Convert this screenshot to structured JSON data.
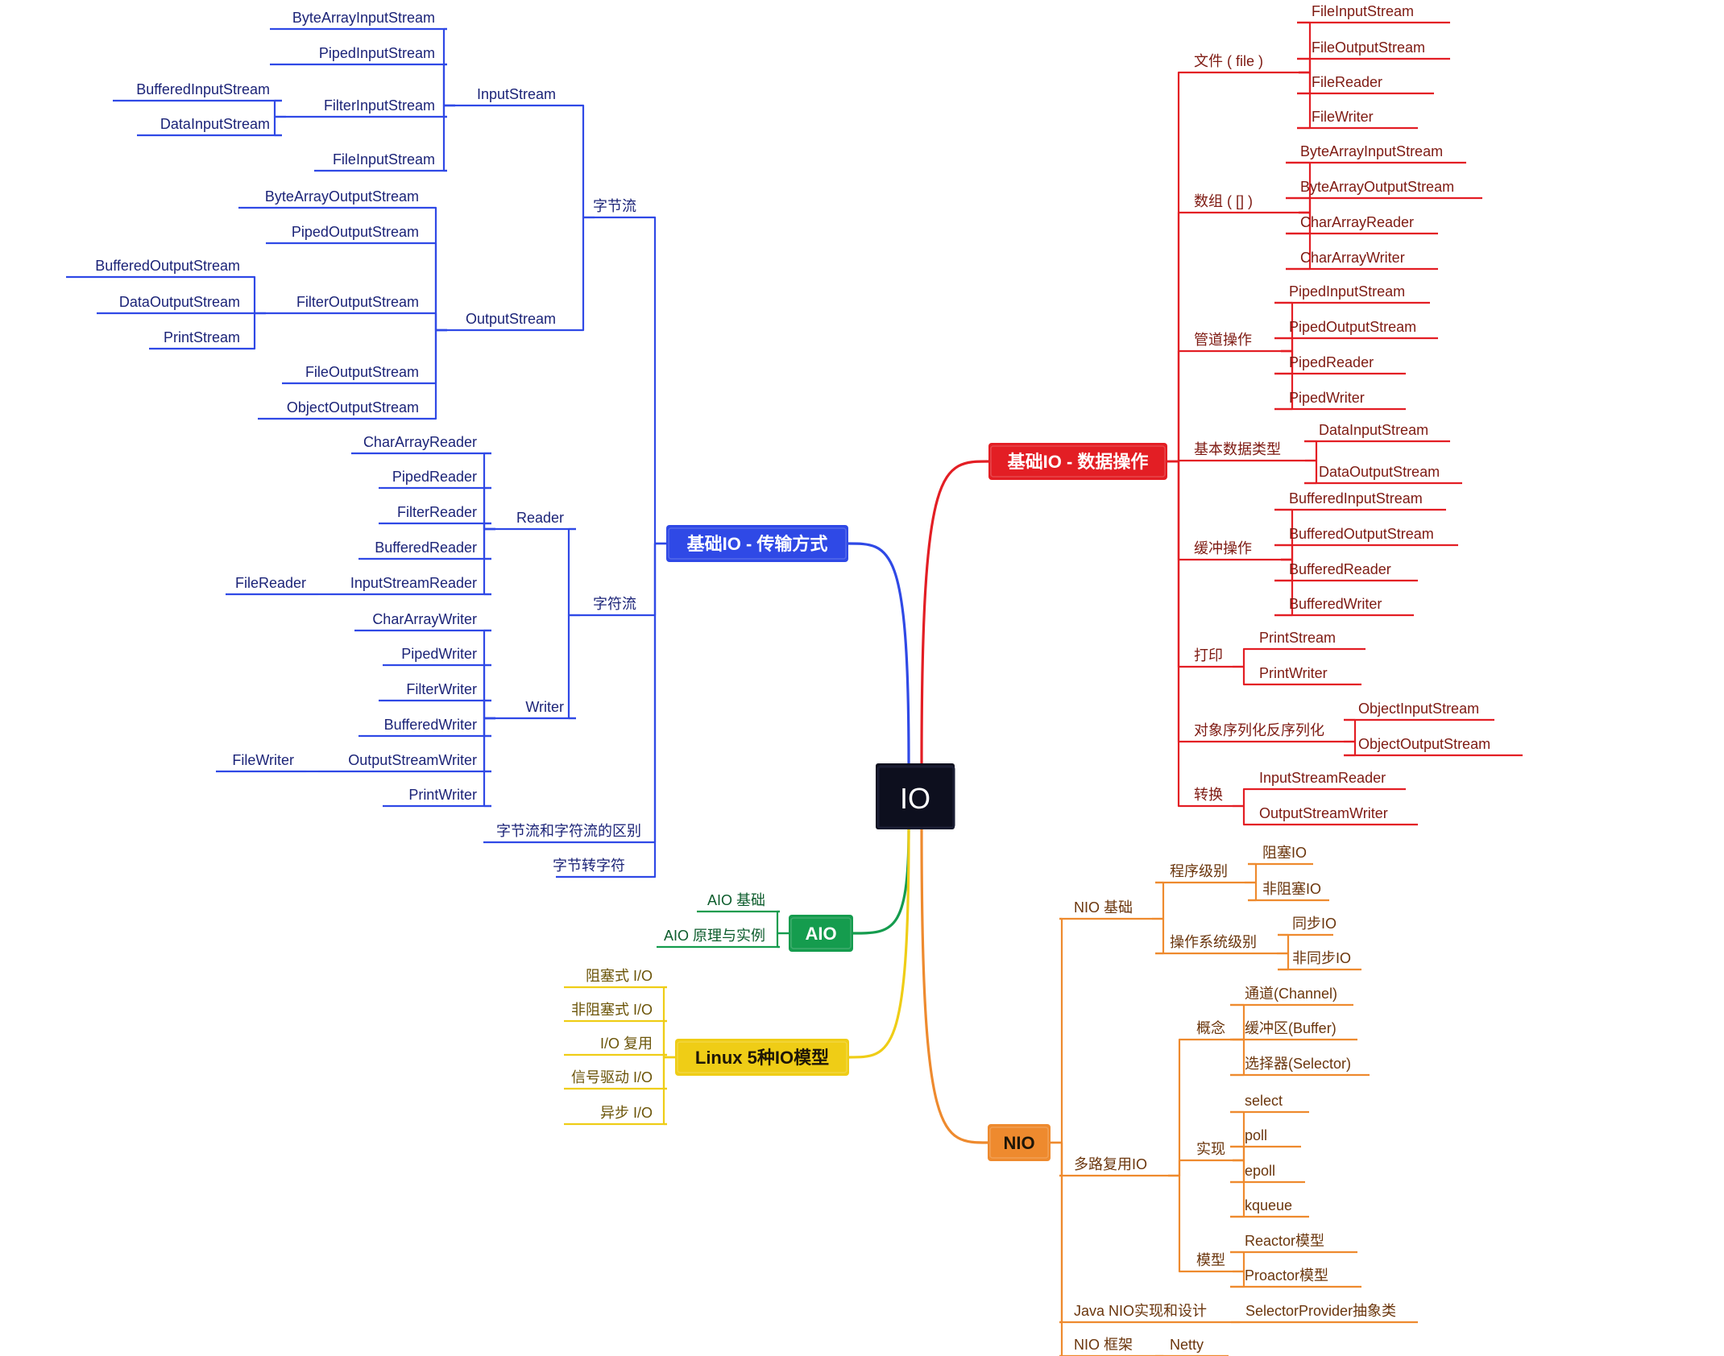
{
  "root": "IO",
  "colors": {
    "root": "#0d0f1e",
    "blue": "#2f49e6",
    "red": "#e31e24",
    "orange": "#ee8a2e",
    "green": "#159c4e",
    "yellow": "#efcd16",
    "blue_text": "#1c2478",
    "red_text": "#7e1a12",
    "orange_text": "#6b360d",
    "green_text": "#0c5c2c",
    "yellow_text": "#6b5408"
  },
  "branches": [
    {
      "id": "blue",
      "label": "基础IO - 传输方式",
      "color": "blue",
      "side": "left",
      "children": [
        {
          "label": "字节流",
          "children": [
            {
              "label": "InputStream",
              "children": [
                {
                  "label": "ByteArrayInputStream"
                },
                {
                  "label": "PipedInputStream"
                },
                {
                  "label": "FilterInputStream",
                  "children": [
                    {
                      "label": "BufferedInputStream"
                    },
                    {
                      "label": "DataInputStream"
                    }
                  ]
                },
                {
                  "label": "FileInputStream"
                }
              ]
            },
            {
              "label": "OutputStream",
              "children": [
                {
                  "label": "ByteArrayOutputStream"
                },
                {
                  "label": "PipedOutputStream"
                },
                {
                  "label": "FilterOutputStream",
                  "children": [
                    {
                      "label": "BufferedOutputStream"
                    },
                    {
                      "label": "DataOutputStream"
                    },
                    {
                      "label": "PrintStream"
                    }
                  ]
                },
                {
                  "label": "FileOutputStream"
                },
                {
                  "label": "ObjectOutputStream"
                }
              ]
            }
          ]
        },
        {
          "label": "字符流",
          "children": [
            {
              "label": "Reader",
              "children": [
                {
                  "label": "CharArrayReader"
                },
                {
                  "label": "PipedReader"
                },
                {
                  "label": "FilterReader"
                },
                {
                  "label": "BufferedReader"
                },
                {
                  "label": "InputStreamReader",
                  "children": [
                    {
                      "label": "FileReader"
                    }
                  ]
                }
              ]
            },
            {
              "label": "Writer",
              "children": [
                {
                  "label": "CharArrayWriter"
                },
                {
                  "label": "PipedWriter"
                },
                {
                  "label": "FilterWriter"
                },
                {
                  "label": "BufferedWriter"
                },
                {
                  "label": "OutputStreamWriter",
                  "children": [
                    {
                      "label": "FileWriter"
                    }
                  ]
                },
                {
                  "label": "PrintWriter"
                }
              ]
            }
          ]
        },
        {
          "label": "字节流和字符流的区别"
        },
        {
          "label": "字节转字符"
        }
      ]
    },
    {
      "id": "red",
      "label": "基础IO - 数据操作",
      "color": "red",
      "side": "right",
      "children": [
        {
          "label": "文件 ( file )",
          "children": [
            {
              "label": "FileInputStream"
            },
            {
              "label": "FileOutputStream"
            },
            {
              "label": "FileReader"
            },
            {
              "label": "FileWriter"
            }
          ]
        },
        {
          "label": "数组 ( [] )",
          "children": [
            {
              "label": "ByteArrayInputStream"
            },
            {
              "label": "ByteArrayOutputStream"
            },
            {
              "label": "CharArrayReader"
            },
            {
              "label": "CharArrayWriter"
            }
          ]
        },
        {
          "label": "管道操作",
          "children": [
            {
              "label": "PipedInputStream"
            },
            {
              "label": "PipedOutputStream"
            },
            {
              "label": "PipedReader"
            },
            {
              "label": "PipedWriter"
            }
          ]
        },
        {
          "label": "基本数据类型",
          "children": [
            {
              "label": "DataInputStream"
            },
            {
              "label": "DataOutputStream"
            }
          ]
        },
        {
          "label": "缓冲操作",
          "children": [
            {
              "label": "BufferedInputStream"
            },
            {
              "label": "BufferedOutputStream"
            },
            {
              "label": "BufferedReader"
            },
            {
              "label": "BufferedWriter"
            }
          ]
        },
        {
          "label": "打印",
          "children": [
            {
              "label": "PrintStream"
            },
            {
              "label": "PrintWriter"
            }
          ]
        },
        {
          "label": "对象序列化反序列化",
          "children": [
            {
              "label": "ObjectInputStream"
            },
            {
              "label": "ObjectOutputStream"
            }
          ]
        },
        {
          "label": "转换",
          "children": [
            {
              "label": "InputStreamReader"
            },
            {
              "label": "OutputStreamWriter"
            }
          ]
        }
      ]
    },
    {
      "id": "orange",
      "label": "NIO",
      "color": "orange",
      "side": "right",
      "children": [
        {
          "label": "NIO 基础",
          "children": [
            {
              "label": "程序级别",
              "children": [
                {
                  "label": "阻塞IO"
                },
                {
                  "label": "非阻塞IO"
                }
              ]
            },
            {
              "label": "操作系统级别",
              "children": [
                {
                  "label": "同步IO"
                },
                {
                  "label": "非同步IO"
                }
              ]
            }
          ]
        },
        {
          "label": "多路复用IO",
          "children": [
            {
              "label": "概念",
              "children": [
                {
                  "label": "通道(Channel)"
                },
                {
                  "label": "缓冲区(Buffer)"
                },
                {
                  "label": "选择器(Selector)"
                }
              ]
            },
            {
              "label": "实现",
              "children": [
                {
                  "label": "select"
                },
                {
                  "label": "poll"
                },
                {
                  "label": "epoll"
                },
                {
                  "label": "kqueue"
                }
              ]
            },
            {
              "label": "模型",
              "children": [
                {
                  "label": "Reactor模型"
                },
                {
                  "label": "Proactor模型"
                }
              ]
            }
          ]
        },
        {
          "label": "Java NIO实现和设计",
          "children": [
            {
              "label": "SelectorProvider抽象类"
            }
          ]
        },
        {
          "label": "NIO 框架",
          "children": [
            {
              "label": "Netty"
            }
          ]
        }
      ]
    },
    {
      "id": "green",
      "label": "AIO",
      "color": "green",
      "side": "left",
      "children": [
        {
          "label": "AIO 基础"
        },
        {
          "label": "AIO 原理与实例"
        }
      ]
    },
    {
      "id": "yellow",
      "label": "Linux 5种IO模型",
      "color": "yellow",
      "side": "left",
      "children": [
        {
          "label": "阻塞式 I/O"
        },
        {
          "label": "非阻塞式 I/O"
        },
        {
          "label": "I/O 复用"
        },
        {
          "label": "信号驱动 I/O"
        },
        {
          "label": "异步 I/O"
        }
      ]
    }
  ]
}
